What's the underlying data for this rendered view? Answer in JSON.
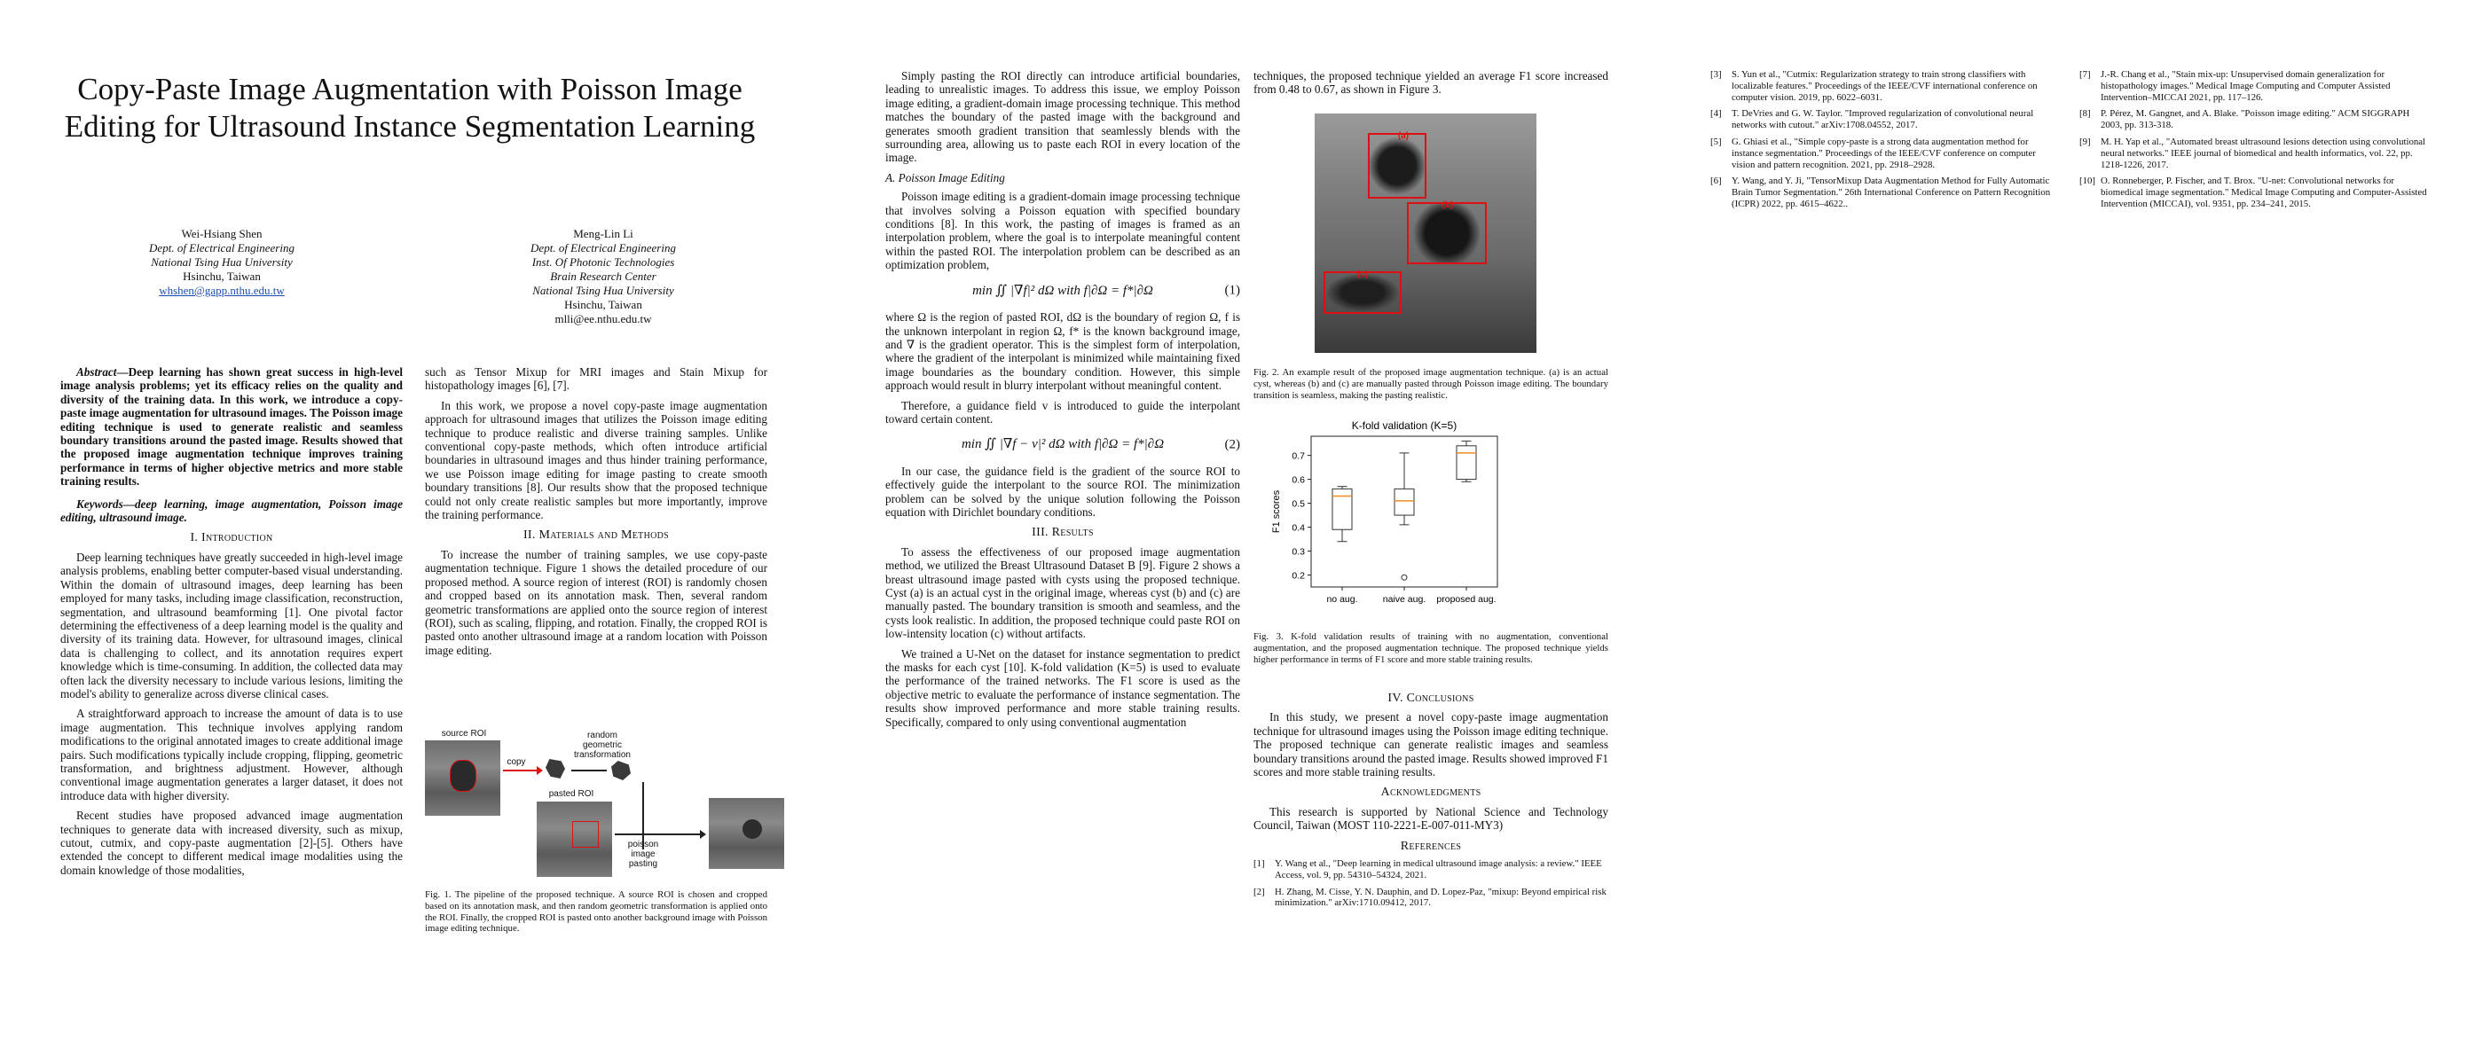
{
  "paper": {
    "title": "Copy-Paste Image Augmentation with Poisson Image Editing for Ultrasound Instance Segmentation Learning",
    "authors": [
      {
        "name": "Wei-Hsiang Shen",
        "line1": "Dept. of Electrical Engineering",
        "line2": "National Tsing Hua University",
        "line3": "Hsinchu, Taiwan",
        "email": "whshen@gapp.nthu.edu.tw"
      },
      {
        "name": "Meng-Lin Li",
        "line1": "Dept. of Electrical Engineering",
        "line2": "Inst. Of Photonic Technologies",
        "line3": "Brain Research Center",
        "line4": "National Tsing Hua University",
        "line5": "Hsinchu, Taiwan",
        "email": "mlli@ee.nthu.edu.tw"
      }
    ],
    "abstract_label": "Abstract",
    "abstract": "—Deep learning has shown great success in high-level image analysis problems; yet its efficacy relies on the quality and diversity of the training data. In this work, we introduce a copy-paste image augmentation for ultrasound images. The Poisson image editing technique is used to generate realistic and seamless boundary transitions around the pasted image. Results showed that the proposed image augmentation technique improves training performance in terms of higher objective metrics and more stable training results.",
    "keywords_label": "Keywords",
    "keywords": "—deep learning, image augmentation, Poisson image editing, ultrasound image.",
    "sec1": "I.  Introduction",
    "intro_p1": "Deep learning techniques have greatly succeeded in high-level image analysis problems, enabling better computer-based visual understanding. Within the domain of ultrasound images, deep learning has been employed for many tasks, including image classification, reconstruction, segmentation, and ultrasound beamforming [1]. One pivotal factor determining the effectiveness of a deep learning model is the quality and diversity of its training data. However, for ultrasound images, clinical data is challenging to collect, and its annotation requires expert knowledge which is time-consuming. In addition, the collected data may often lack the diversity necessary to include various lesions, limiting the model's ability to generalize across diverse clinical cases.",
    "intro_p2": "A straightforward approach to increase the amount of data is to use image augmentation. This technique involves applying random modifications to the original annotated images to create additional image pairs. Such modifications typically include cropping, flipping, geometric transformation, and brightness adjustment. However, although conventional image augmentation generates a larger dataset, it does not introduce data with higher diversity.",
    "intro_p3": "Recent studies have proposed advanced image augmentation techniques to generate data with increased diversity, such as mixup, cutout, cutmix, and copy-paste augmentation [2]-[5]. Others have extended the concept to different medical image modalities using the domain knowledge of those modalities,",
    "col2_p1": "such as Tensor Mixup for MRI images and Stain Mixup for histopathology images [6], [7].",
    "col2_p2": "In this work, we propose a novel copy-paste image augmentation approach for ultrasound images that utilizes the Poisson image editing technique to produce realistic and diverse training samples. Unlike conventional copy-paste methods, which often introduce artificial boundaries in ultrasound images and thus hinder training performance, we use Poisson image editing for image pasting to create smooth boundary transitions [8]. Our results show that the proposed technique could not only create realistic samples but more importantly, improve the training performance.",
    "sec2": "II.  Materials and Methods",
    "col2_p3": "To increase the number of training samples, we use copy-paste augmentation technique. Figure 1 shows the detailed procedure of our proposed method. A source region of interest (ROI) is randomly chosen and cropped based on its annotation mask. Then, several random geometric transformations are applied onto the source region of interest (ROI), such as scaling, flipping, and rotation. Finally, the cropped ROI is pasted onto another ultrasound image at a random location with Poisson image editing.",
    "fig1": {
      "source": "source ROI",
      "copy": "copy",
      "random": "random",
      "geometric": "geometric",
      "transformation": "transformation",
      "pasted": "pasted ROI",
      "poisson": "poisson",
      "image": "image",
      "pasting": "pasting"
    },
    "fig1_caption": "Fig. 1.  The pipeline of the proposed technique. A source ROI is chosen and cropped based on its annotation mask, and then random geometric transformation is applied onto the ROI. Finally, the cropped ROI is pasted onto another background image with Poisson image editing technique.",
    "p2c1_p1": "Simply pasting the ROI directly can introduce artificial boundaries, leading to unrealistic images. To address this issue, we employ Poisson image editing, a gradient-domain image processing technique. This method matches the boundary of the pasted image with the background and generates smooth gradient transition that seamlessly blends with the surrounding area, allowing us to paste each ROI in every location of the image.",
    "subA": "A.  Poisson Image Editing",
    "p2c1_p2": "Poisson image editing is a gradient-domain image processing technique that involves solving a Poisson equation with specified boundary conditions [8]. In this work, the pasting of images is framed as an interpolation problem, where the goal is to interpolate meaningful content within the pasted ROI. The interpolation problem can be described as an optimization problem,",
    "eq1": "min ∬ |∇f|² dΩ  with f|∂Ω = f*|∂Ω",
    "eq1_num": "(1)",
    "p2c1_p3": "where Ω is the region of pasted ROI, dΩ is the boundary of region Ω, f is the unknown interpolant in region Ω, f* is the known background image, and ∇ is the gradient operator. This is the simplest form of interpolation, where the gradient of the interpolant is minimized while maintaining fixed image boundaries as the boundary condition. However, this simple approach would result in blurry interpolant without meaningful content.",
    "p2c1_p4": "Therefore, a guidance field v is introduced to guide the interpolant toward certain content.",
    "eq2": "min ∬ |∇f − v|² dΩ  with f|∂Ω = f*|∂Ω",
    "eq2_num": "(2)",
    "p2c1_p5": "In our case, the guidance field is the gradient of the source ROI to effectively guide the interpolant to the source ROI. The minimization problem can be solved by the unique solution following the Poisson equation with Dirichlet boundary conditions.",
    "sec3": "III.  Results",
    "p2c1_p6": "To assess the effectiveness of our proposed image augmentation method, we utilized the Breast Ultrasound Dataset B [9]. Figure 2 shows a breast ultrasound image pasted with cysts using the proposed technique. Cyst (a) is an actual cyst in the original image, whereas cyst (b) and (c) are manually pasted. The boundary transition is smooth and seamless, and the cysts look realistic. In addition, the proposed technique could paste ROI on low-intensity location (c) without artifacts.",
    "p2c1_p7": "We trained a U-Net on the dataset for instance segmentation to predict the masks for each cyst [10]. K-fold validation (K=5) is used to evaluate the performance of the trained networks. The F1 score is used as the objective metric to evaluate the performance of instance segmentation. The results show improved performance and more stable training results. Specifically, compared to only using conventional augmentation",
    "p2c2_p1": "techniques, the proposed technique yielded an average F1 score increased from 0.48 to 0.67, as shown in Figure 3.",
    "fig2_labels": [
      "(a)",
      "(b)",
      "(c)"
    ],
    "fig2_caption": "Fig. 2.  An example result of the proposed image augmentation technique. (a) is an actual cyst, whereas (b) and (c) are manually pasted through Poisson image editing. The boundary transition is seamless, making the pasting realistic.",
    "fig3_caption": "Fig. 3.  K-fold validation results of training with no augmentation, conventional augmentation, and the proposed augmentation technique. The proposed technique yields higher performance in terms of F1 score and more stable training results.",
    "sec4": "IV.  Conclusions",
    "concl": "In this study, we present a novel copy-paste image augmentation technique for ultrasound images using the Poisson image editing technique. The proposed technique can generate realistic images and seamless boundary transitions around the pasted image. Results showed improved F1 scores and more stable training results.",
    "sec_ack": "Acknowledgments",
    "ack": "This research is supported by National Science and Technology Council, Taiwan (MOST 110-2221-E-007-011-MY3)",
    "sec_refs": "References",
    "refs_p2": [
      {
        "n": "[1]",
        "t": "Y. Wang et al., \"Deep learning in medical ultrasound image analysis: a review.\" IEEE Access, vol. 9, pp. 54310–54324, 2021."
      },
      {
        "n": "[2]",
        "t": "H. Zhang, M. Cisse, Y. N. Dauphin, and D. Lopez-Paz, \"mixup: Beyond empirical risk minimization.\" arXiv:1710.09412, 2017."
      }
    ],
    "refs_p3a": [
      {
        "n": "[3]",
        "t": "S. Yun et al., \"Cutmix: Regularization strategy to train strong classifiers with localizable features.\" Proceedings of the IEEE/CVF international conference on computer vision. 2019, pp. 6022–6031."
      },
      {
        "n": "[4]",
        "t": "T. DeVries and G. W. Taylor. \"Improved regularization of convolutional neural networks with cutout.\" arXiv:1708.04552, 2017."
      },
      {
        "n": "[5]",
        "t": "G. Ghiasi et al., \"Simple copy-paste is a strong data augmentation method for instance segmentation.\" Proceedings of the IEEE/CVF conference on computer vision and pattern recognition. 2021, pp. 2918–2928."
      },
      {
        "n": "[6]",
        "t": "Y. Wang, and Y. Ji, \"TensorMixup Data Augmentation Method for Fully Automatic Brain Tumor Segmentation.\" 26th International Conference on Pattern Recognition (ICPR) 2022, pp. 4615–4622.."
      }
    ],
    "refs_p3b": [
      {
        "n": "[7]",
        "t": "J.-R. Chang et al., \"Stain mix-up: Unsupervised domain generalization for histopathology images.\" Medical Image Computing and Computer Assisted Intervention–MICCAI 2021, pp. 117–126."
      },
      {
        "n": "[8]",
        "t": "P. Pérez, M. Gangnet, and A. Blake. \"Poisson image editing.\" ACM SIGGRAPH 2003, pp. 313-318."
      },
      {
        "n": "[9]",
        "t": "M. H. Yap et al., \"Automated breast ultrasound lesions detection using convolutional neural networks.\" IEEE journal of biomedical and health informatics, vol. 22, pp. 1218-1226, 2017."
      },
      {
        "n": "[10]",
        "t": "O. Ronneberger, P. Fischer, and T. Brox. \"U-net: Convolutional networks for biomedical image segmentation.\" Medical Image Computing and Computer-Assisted Intervention (MICCAI), vol. 9351, pp. 234–241, 2015."
      }
    ]
  },
  "chart_data": {
    "type": "box",
    "title": "K-fold validation (K=5)",
    "ylabel": "F1 scores",
    "categories": [
      "no aug.",
      "naive aug.",
      "proposed aug."
    ],
    "ylim": [
      0.15,
      0.78
    ],
    "yticks": [
      0.2,
      0.3,
      0.4,
      0.5,
      0.6,
      0.7
    ],
    "boxes": [
      {
        "min": 0.34,
        "q1": 0.39,
        "median": 0.53,
        "q3": 0.56,
        "max": 0.57,
        "outliers": []
      },
      {
        "min": 0.41,
        "q1": 0.45,
        "median": 0.51,
        "q3": 0.56,
        "max": 0.71,
        "outliers": [
          0.19
        ]
      },
      {
        "min": 0.59,
        "q1": 0.6,
        "median": 0.71,
        "q3": 0.74,
        "max": 0.76,
        "outliers": []
      }
    ],
    "colors": {
      "box": "#333333",
      "median": "#f08a24"
    }
  }
}
